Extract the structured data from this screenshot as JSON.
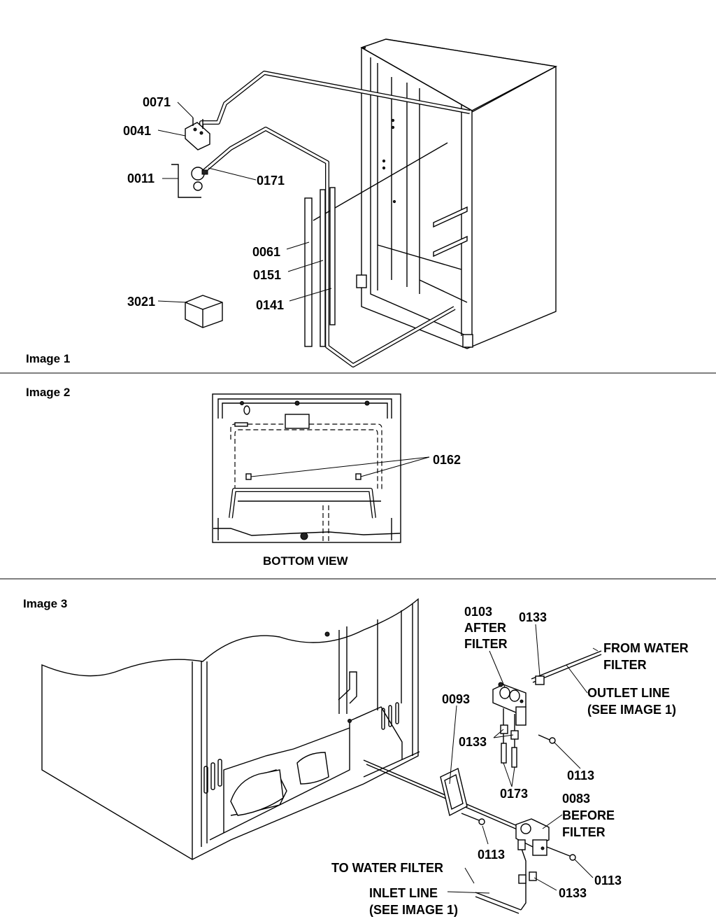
{
  "sections": [
    {
      "title": "Image 1"
    },
    {
      "title": "Image 2",
      "caption": "BOTTOM VIEW"
    },
    {
      "title": "Image 3"
    }
  ],
  "image1_labels": [
    "0071",
    "0041",
    "0011",
    "0171",
    "0061",
    "0151",
    "0141",
    "3021"
  ],
  "image2_labels": [
    "0162"
  ],
  "image3_labels": {
    "p0103": "0103",
    "after_filter": [
      "AFTER",
      "FILTER"
    ],
    "p0133_top": "0133",
    "from_water_filter": [
      "FROM WATER",
      "FILTER"
    ],
    "outlet_line": [
      "OUTLET LINE",
      "(SEE IMAGE 1)"
    ],
    "p0093": "0093",
    "p0133_mid": "0133",
    "p0113_mid": "0113",
    "p0173": "0173",
    "p0083": "0083",
    "before_filter": [
      "BEFORE",
      "FILTER"
    ],
    "p0113_left": "0113",
    "p0113_right": "0113",
    "to_water_filter": "TO WATER FILTER",
    "p0133_bottom": "0133",
    "inlet_line": [
      "INLET LINE",
      "(SEE IMAGE 1)"
    ]
  }
}
